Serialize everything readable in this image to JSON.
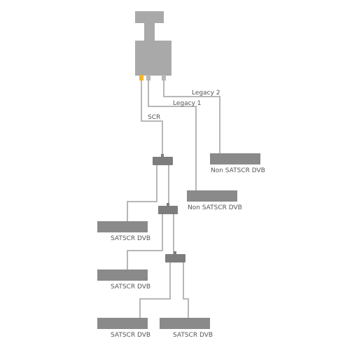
{
  "diagram": {
    "colors": {
      "lnb": "#a9a9a9",
      "receiver": "#8a8a8a",
      "splitter": "#7d7d7d",
      "cable": "#b7b7b7",
      "scr_port": "#f2b530",
      "text": "#555555"
    },
    "connection_labels": {
      "scr": "SCR",
      "legacy1": "Legacy 1",
      "legacy2": "Legacy 2"
    },
    "receivers": [
      {
        "id": "non-satscr-1",
        "label": "Non SATSCR DVB"
      },
      {
        "id": "non-satscr-2",
        "label": "Non SATSCR DVB"
      },
      {
        "id": "satscr-1",
        "label": "SATSCR DVB"
      },
      {
        "id": "satscr-2",
        "label": "SATSCR DVB"
      },
      {
        "id": "satscr-3",
        "label": "SATSCR DVB"
      },
      {
        "id": "satscr-4",
        "label": "SATSCR DVB"
      }
    ]
  }
}
